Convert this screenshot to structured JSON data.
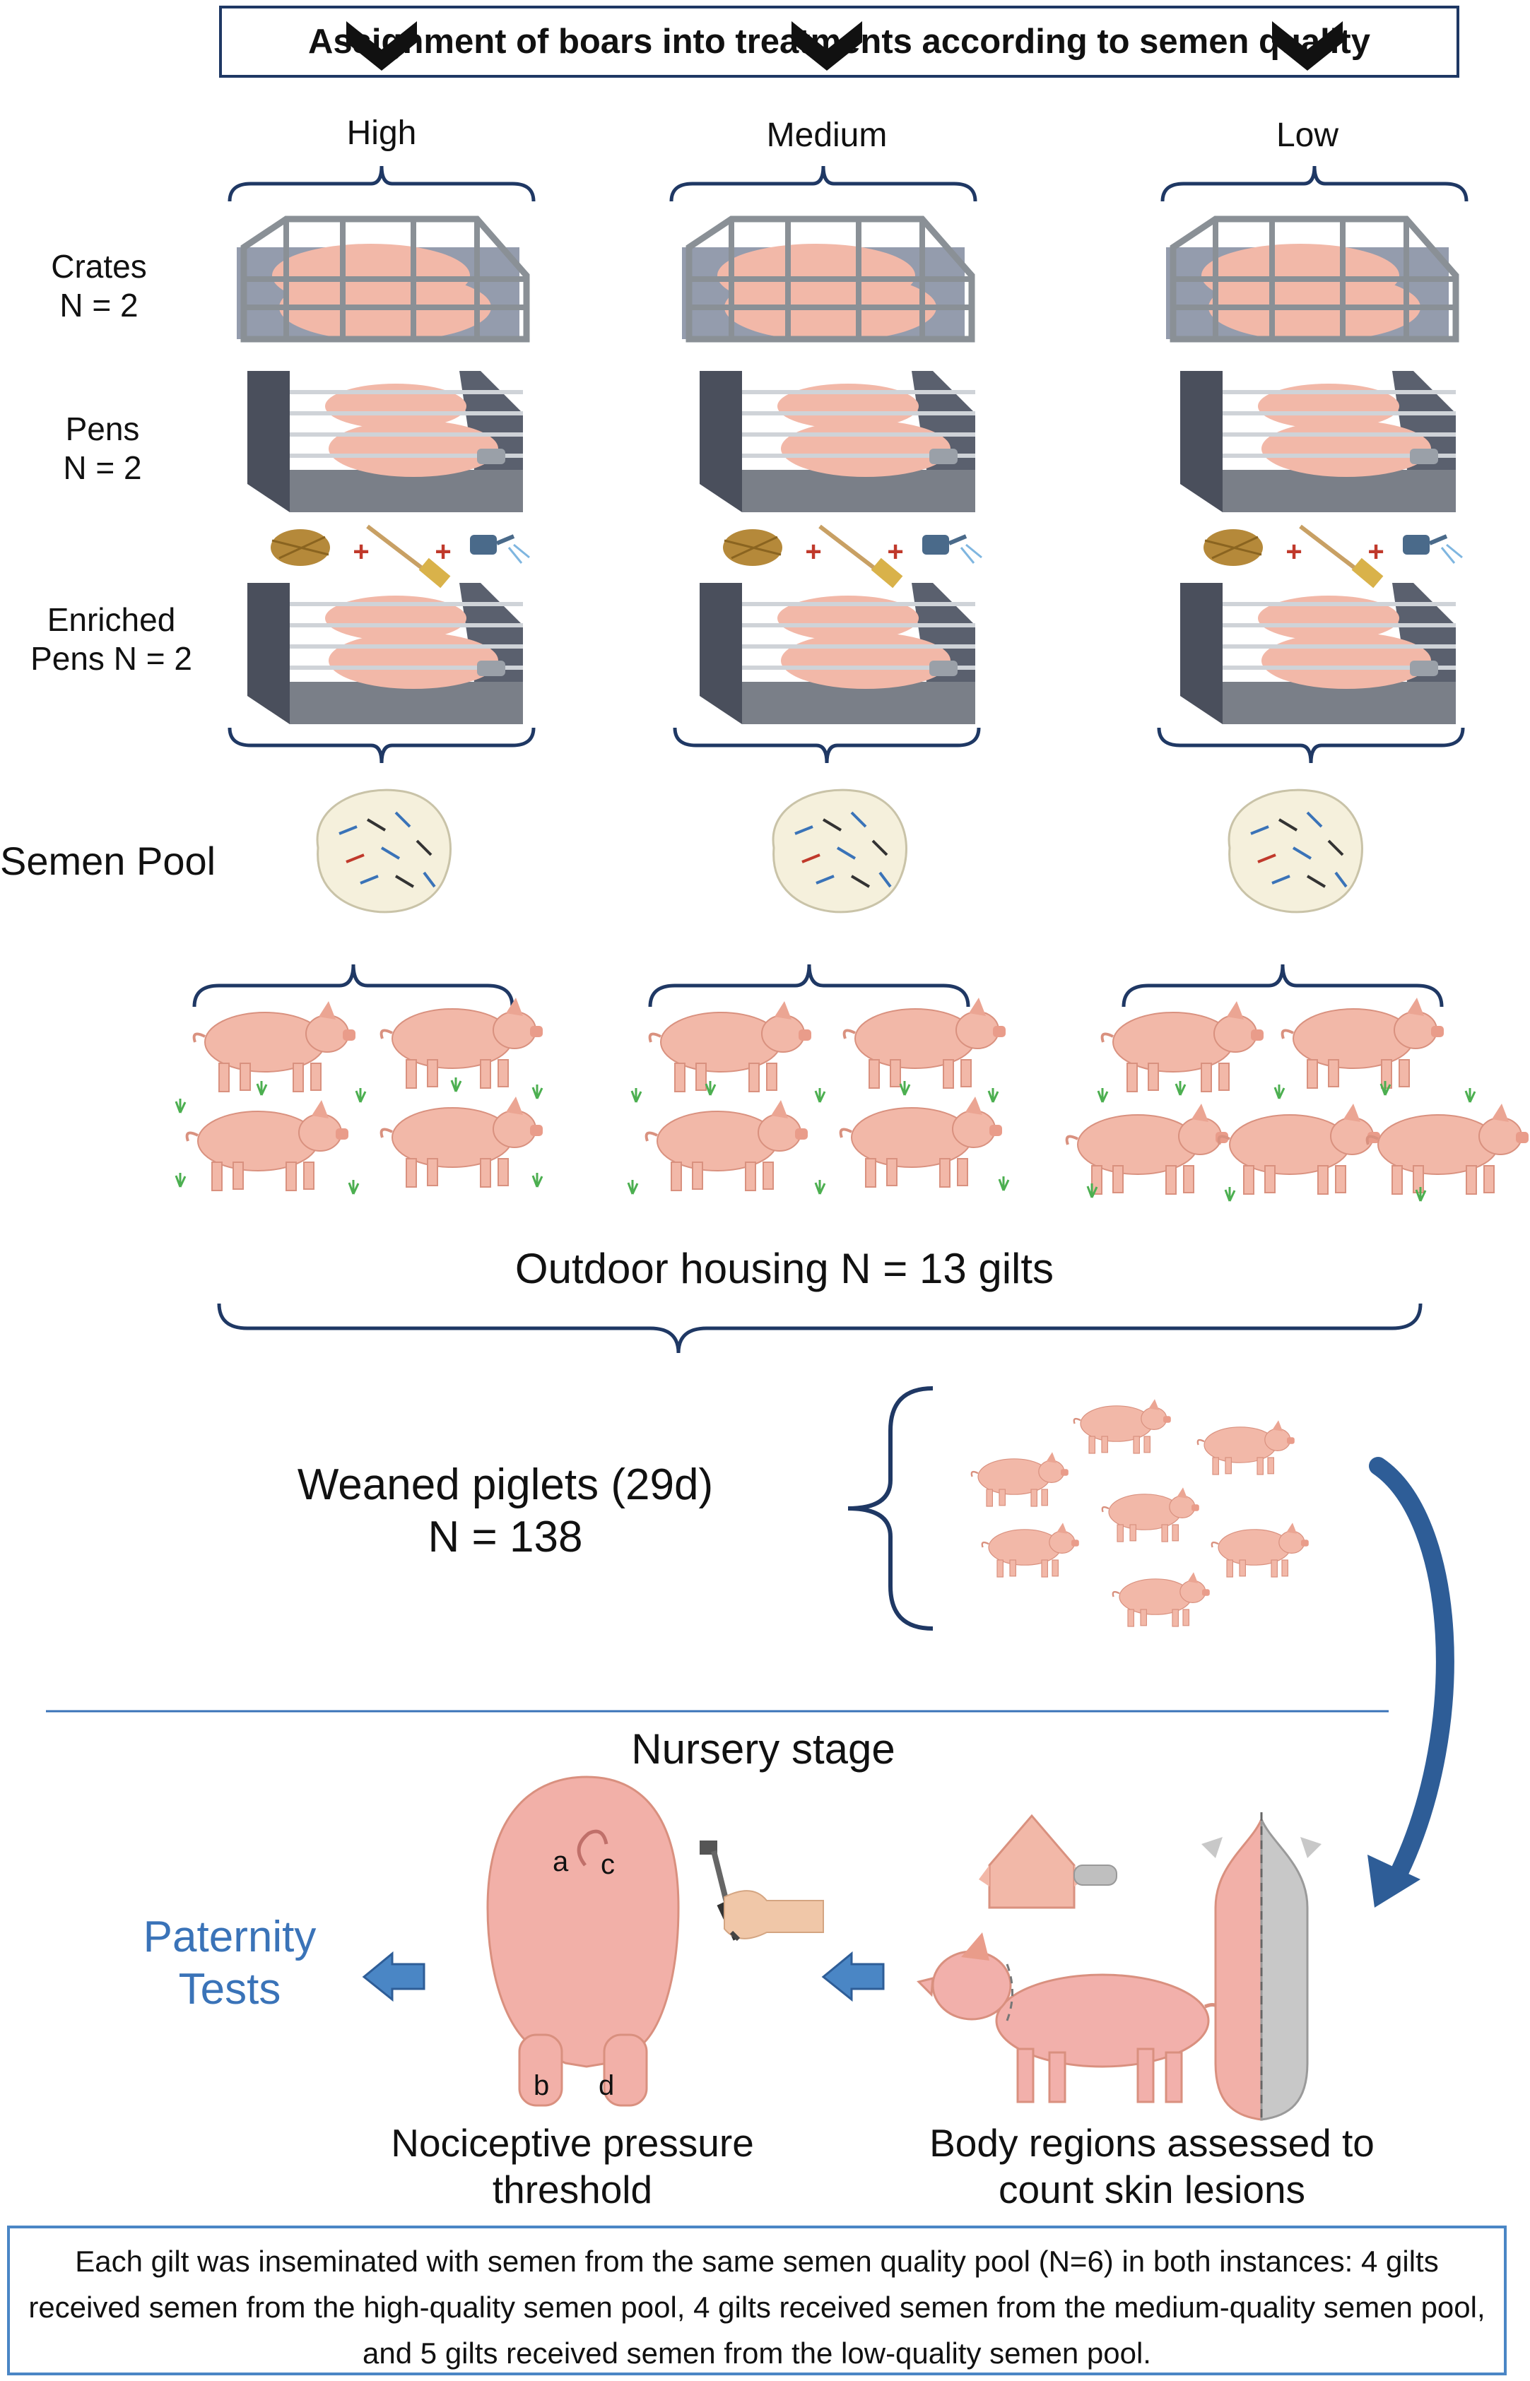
{
  "title": "Assignment of boars into treatments according to semen quality",
  "quality_levels": [
    "High",
    "Medium",
    "Low"
  ],
  "housing_rows": [
    {
      "line1": "Crates",
      "line2": "N = 2"
    },
    {
      "line1": "Pens",
      "line2": "N = 2"
    },
    {
      "line1": "Enriched",
      "line2": "Pens N = 2"
    }
  ],
  "enrichment_plus": "+",
  "semen_pool_label": "Semen Pool",
  "outdoor_label": "Outdoor housing N = 13 gilts",
  "gilt_counts": [
    4,
    4,
    5
  ],
  "piglets": {
    "line1": "Weaned piglets (29d)",
    "line2": "N = 138"
  },
  "nursery_label": "Nursery stage",
  "paternity": {
    "line1": "Paternity",
    "line2": "Tests"
  },
  "pressure_points": [
    "a",
    "c",
    "b",
    "d"
  ],
  "nociceptive": {
    "line1": "Nociceptive pressure",
    "line2": "threshold"
  },
  "body_regions": {
    "line1": "Body regions assessed to",
    "line2": "count skin lesions"
  },
  "footnote": "Each gilt was inseminated with semen from the same semen quality pool (N=6) in both instances: 4 gilts received semen from the high-quality semen pool, 4 gilts received semen from the medium-quality semen pool, and 5 gilts received semen from the low-quality semen pool.",
  "colors": {
    "frame": "#1f3864",
    "arrow": "#2e5d97",
    "accent": "#3a73b8",
    "pig": "#f2b8a8",
    "pen": "#4a4f5c",
    "crate": "#8a9096"
  }
}
